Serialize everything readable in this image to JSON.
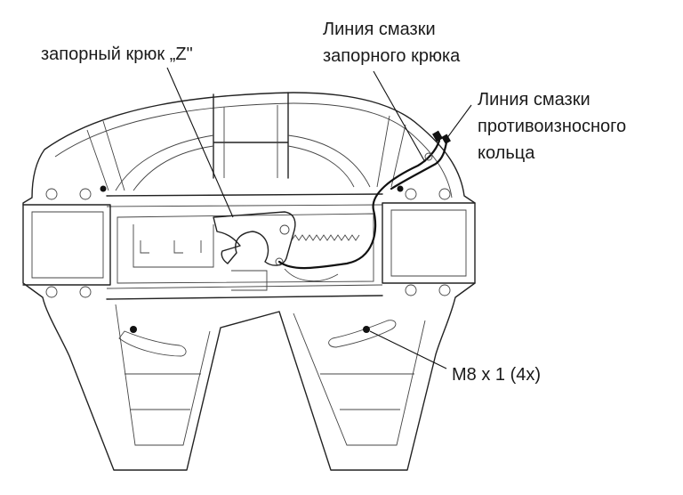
{
  "labels": {
    "lock_hook": "запорный крюк „Z\"",
    "lube_line_hook_1": "Линия смазки",
    "lube_line_hook_2": "запорного крюка",
    "lube_line_ring_1": "Линия смазки",
    "lube_line_ring_2": "противоизносного",
    "lube_line_ring_3": "кольца",
    "bolt_spec": "M8 x 1 (4x)"
  }
}
